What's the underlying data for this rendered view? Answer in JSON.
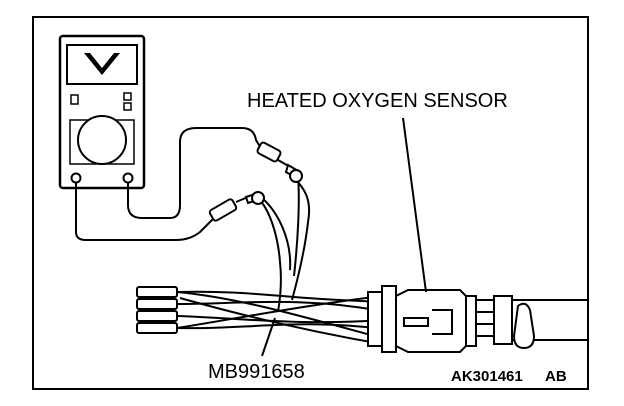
{
  "labels": {
    "sensor": "HEATED OXYGEN SENSOR",
    "tool": "MB991658",
    "figure_code": "AK301461",
    "figure_suffix": "AB"
  },
  "icons": [
    "multimeter-icon",
    "test-harness-icon",
    "sensor-connector-icon"
  ],
  "colors": {
    "line": "#000000",
    "background": "#ffffff"
  }
}
